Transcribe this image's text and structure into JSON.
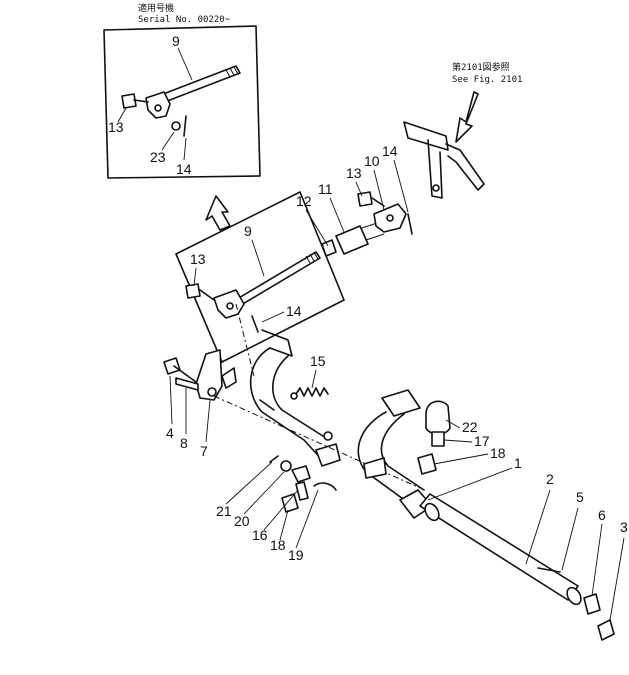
{
  "header": {
    "applicable_jp": "適用号機",
    "serial": "Serial No. 00220~"
  },
  "reference": {
    "fig_jp": "第2101図参照",
    "fig_en": "See Fig. 2101"
  },
  "callouts": {
    "c1": "1",
    "c2": "2",
    "c3": "3",
    "c4": "4",
    "c5": "5",
    "c6": "6",
    "c7": "7",
    "c8": "8",
    "c9_inset": "9",
    "c9_main": "9",
    "c10": "10",
    "c11": "11",
    "c12": "12",
    "c13_inset": "13",
    "c13_main": "13",
    "c13_upper": "13",
    "c14_inset": "14",
    "c14_main": "14",
    "c14_upper": "14",
    "c15": "15",
    "c16": "16",
    "c17": "17",
    "c18_upper": "18",
    "c18_lower": "18",
    "c19": "19",
    "c20": "20",
    "c21": "21",
    "c22": "22",
    "c23": "23"
  }
}
